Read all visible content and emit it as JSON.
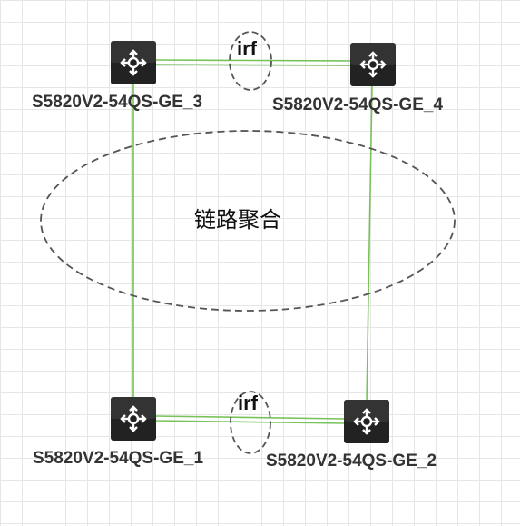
{
  "devices": [
    {
      "id": "ge3",
      "label": "S5820V2-54QS-GE_3",
      "icon": "router-switch-icon"
    },
    {
      "id": "ge4",
      "label": "S5820V2-54QS-GE_4",
      "icon": "router-switch-icon"
    },
    {
      "id": "ge1",
      "label": "S5820V2-54QS-GE_1",
      "icon": "router-switch-icon"
    },
    {
      "id": "ge2",
      "label": "S5820V2-54QS-GE_2",
      "icon": "router-switch-icon"
    }
  ],
  "irf_groups": [
    {
      "label": "irf",
      "between": [
        "ge3",
        "ge4"
      ]
    },
    {
      "label": "irf",
      "between": [
        "ge1",
        "ge2"
      ]
    }
  ],
  "aggregation": {
    "label": "链路聚合"
  },
  "colors": {
    "link": "#77c35a",
    "ellipse": "#555555",
    "device": "#222222",
    "arrow": "#ffffff"
  }
}
